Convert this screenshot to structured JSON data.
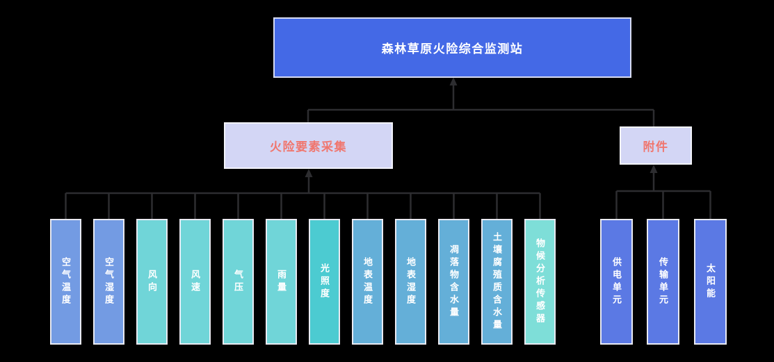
{
  "background": "#000000",
  "connector_color": "#2D2D30",
  "root": {
    "label": "森林草原火险综合监测站",
    "bg": "#4469E6",
    "text_color": "#FFFFFF"
  },
  "groups": [
    {
      "id": "fire-elements",
      "label": "火险要素采集",
      "bg": "#D3D6F5",
      "text_color": "#F0766E",
      "children": [
        {
          "label": "空气温度",
          "color": "#739BE3"
        },
        {
          "label": "空气湿度",
          "color": "#739BE3"
        },
        {
          "label": "风向",
          "color": "#70D5D8"
        },
        {
          "label": "风速",
          "color": "#70D5D8"
        },
        {
          "label": "气压",
          "color": "#70D5D8"
        },
        {
          "label": "雨量",
          "color": "#70D5D8"
        },
        {
          "label": "光照度",
          "color": "#4CCBD1"
        },
        {
          "label": "地表温度",
          "color": "#64AFD8"
        },
        {
          "label": "地表湿度",
          "color": "#64AFD8"
        },
        {
          "label": "凋落物含水量",
          "color": "#64AFD8"
        },
        {
          "label": "土壤腐殖质含水量",
          "color": "#64AFD8"
        },
        {
          "label": "物候分析传感器",
          "color": "#7EDED8"
        }
      ]
    },
    {
      "id": "accessories",
      "label": "附件",
      "bg": "#D3D6F5",
      "text_color": "#F0766E",
      "children": [
        {
          "label": "供电单元",
          "color": "#5B79E4"
        },
        {
          "label": "传输单元",
          "color": "#5B79E4"
        },
        {
          "label": "太阳能",
          "color": "#5B79E4"
        }
      ]
    }
  ]
}
